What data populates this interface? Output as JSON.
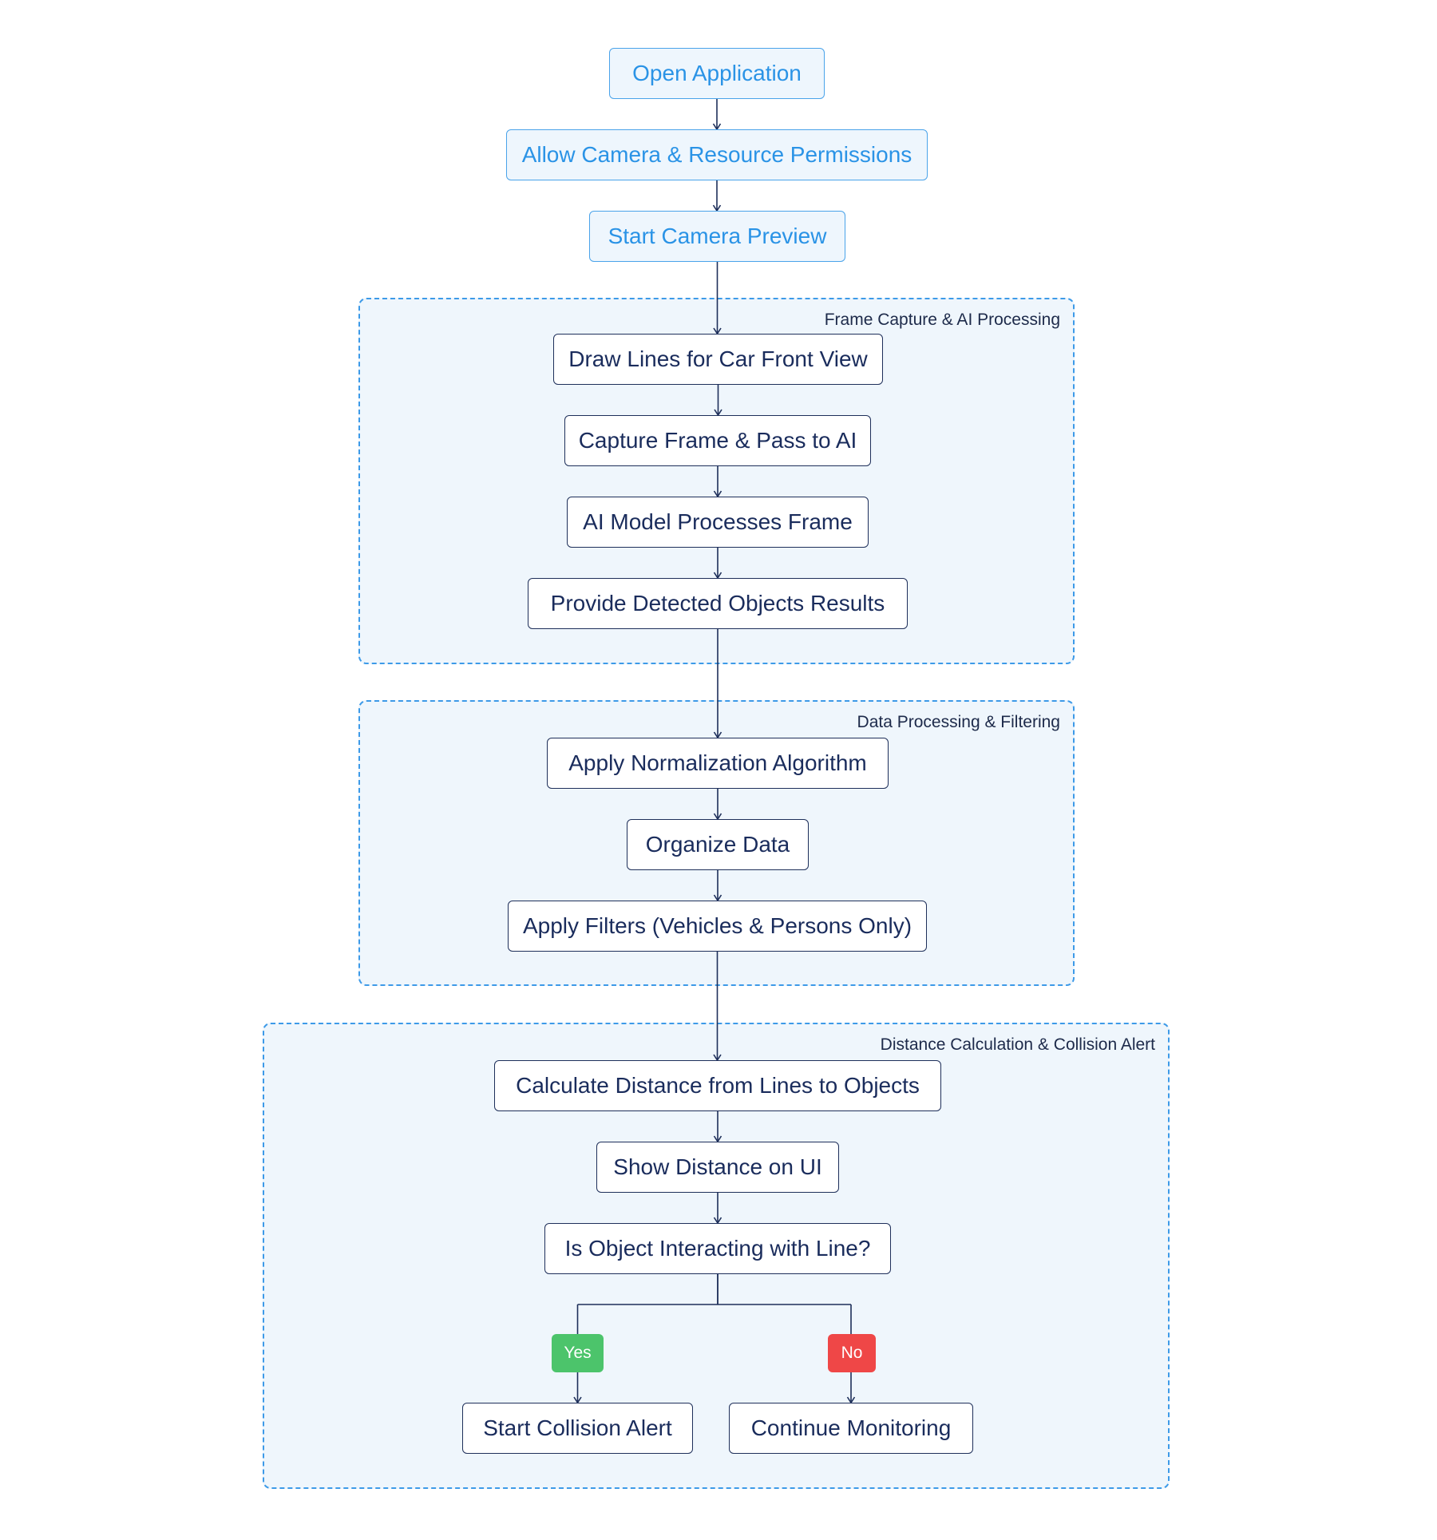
{
  "colors": {
    "edge": "#1e2f5a",
    "group_border": "#3d9ae8",
    "group_fill": "#eff6fc",
    "top_text": "#2a93e6",
    "node_text": "#1a2c5c",
    "yes": "#4cc46b",
    "no": "#ef4747"
  },
  "groups": {
    "frame_capture": {
      "label": "Frame Capture & AI Processing"
    },
    "data_processing": {
      "label": "Data Processing & Filtering"
    },
    "distance_alert": {
      "label": "Distance Calculation & Collision Alert"
    }
  },
  "nodes": {
    "open_app": "Open Application",
    "allow_permissions": "Allow Camera & Resource Permissions",
    "start_preview": "Start Camera Preview",
    "draw_lines": "Draw Lines for Car Front View",
    "capture_frame": "Capture Frame & Pass to AI",
    "ai_processes": "AI Model Processes Frame",
    "detected_results": "Provide Detected Objects Results",
    "normalization": "Apply Normalization Algorithm",
    "organize": "Organize Data",
    "filters": "Apply Filters (Vehicles & Persons Only)",
    "calc_distance": "Calculate Distance from Lines to Objects",
    "show_distance": "Show Distance on UI",
    "decision": "Is Object Interacting with Line?",
    "collision_alert": "Start Collision Alert",
    "continue_monitoring": "Continue Monitoring"
  },
  "branches": {
    "yes": "Yes",
    "no": "No"
  },
  "edges": [
    [
      "open_app",
      "allow_permissions"
    ],
    [
      "allow_permissions",
      "start_preview"
    ],
    [
      "start_preview",
      "draw_lines"
    ],
    [
      "draw_lines",
      "capture_frame"
    ],
    [
      "capture_frame",
      "ai_processes"
    ],
    [
      "ai_processes",
      "detected_results"
    ],
    [
      "detected_results",
      "normalization"
    ],
    [
      "normalization",
      "organize"
    ],
    [
      "organize",
      "filters"
    ],
    [
      "filters",
      "calc_distance"
    ],
    [
      "calc_distance",
      "show_distance"
    ],
    [
      "show_distance",
      "decision"
    ],
    [
      "decision",
      "collision_alert",
      "yes"
    ],
    [
      "decision",
      "continue_monitoring",
      "no"
    ]
  ]
}
